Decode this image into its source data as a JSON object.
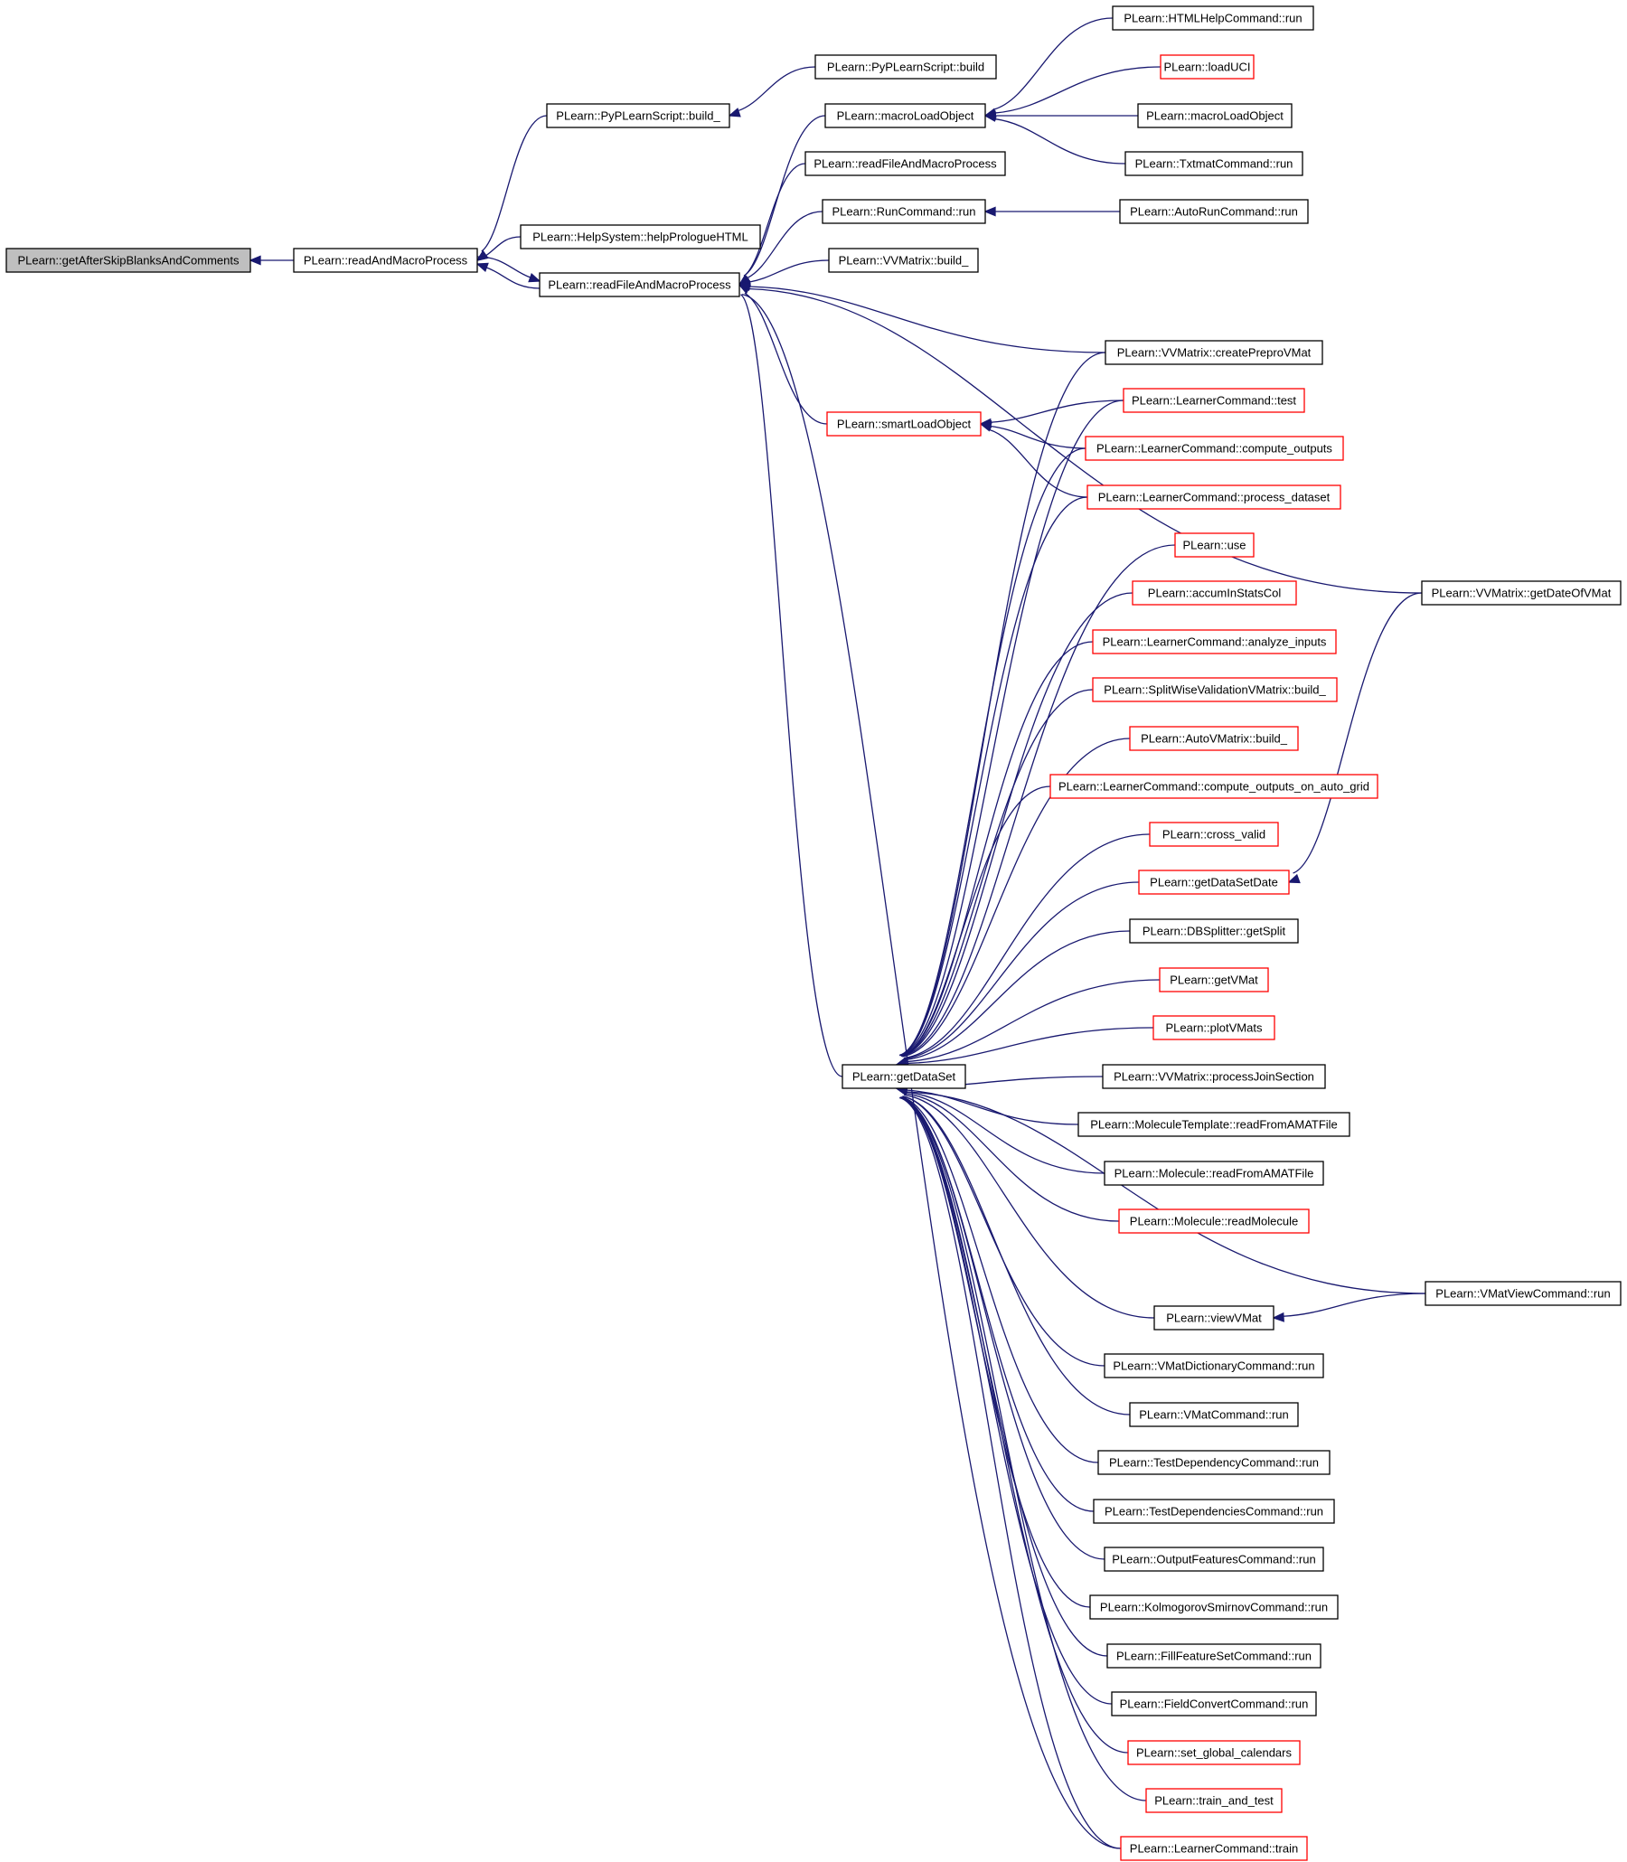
{
  "colors": {
    "edge": "#191970",
    "border_normal": "#000000",
    "border_truncated": "#ff0000",
    "focus_fill": "#bfbfbf",
    "node_fill": "#ffffff"
  },
  "nodes": [
    {
      "id": "root",
      "label": "PLearn::getAfterSkipBlanksAndComments",
      "style": "focus"
    },
    {
      "id": "readAndMacro",
      "label": "PLearn::readAndMacroProcess",
      "style": "normal"
    },
    {
      "id": "pyBuild_",
      "label": "PLearn::PyPLearnScript::build_",
      "style": "normal"
    },
    {
      "id": "pyBuild",
      "label": "PLearn::PyPLearnScript::build",
      "style": "normal"
    },
    {
      "id": "helpPrologue",
      "label": "PLearn::HelpSystem::helpPrologueHTML",
      "style": "normal"
    },
    {
      "id": "readFileMacro",
      "label": "PLearn::readFileAndMacroProcess",
      "style": "normal"
    },
    {
      "id": "macroLoad",
      "label": "PLearn::macroLoadObject",
      "style": "normal"
    },
    {
      "id": "readFileMacro2",
      "label": "PLearn::readFileAndMacroProcess",
      "style": "normal"
    },
    {
      "id": "runCmd",
      "label": "PLearn::RunCommand::run",
      "style": "normal"
    },
    {
      "id": "vvBuild_",
      "label": "PLearn::VVMatrix::build_",
      "style": "normal"
    },
    {
      "id": "smartLoad",
      "label": "PLearn::smartLoadObject",
      "style": "truncated"
    },
    {
      "id": "getDataSet",
      "label": "PLearn::getDataSet",
      "style": "normal"
    },
    {
      "id": "htmlHelp",
      "label": "PLearn::HTMLHelpCommand::run",
      "style": "normal"
    },
    {
      "id": "loadUCI",
      "label": "PLearn::loadUCI",
      "style": "truncated"
    },
    {
      "id": "macroLoad2",
      "label": "PLearn::macroLoadObject",
      "style": "normal"
    },
    {
      "id": "txtmat",
      "label": "PLearn::TxtmatCommand::run",
      "style": "normal"
    },
    {
      "id": "autoRun",
      "label": "PLearn::AutoRunCommand::run",
      "style": "normal"
    },
    {
      "id": "createPrepro",
      "label": "PLearn::VVMatrix::createPreproVMat",
      "style": "normal"
    },
    {
      "id": "lcTest",
      "label": "PLearn::LearnerCommand::test",
      "style": "truncated"
    },
    {
      "id": "lcCompute",
      "label": "PLearn::LearnerCommand::compute_outputs",
      "style": "truncated"
    },
    {
      "id": "lcProcess",
      "label": "PLearn::LearnerCommand::process_dataset",
      "style": "truncated"
    },
    {
      "id": "use",
      "label": "PLearn::use",
      "style": "truncated"
    },
    {
      "id": "accum",
      "label": "PLearn::accumInStatsCol",
      "style": "truncated"
    },
    {
      "id": "lcAnalyze",
      "label": "PLearn::LearnerCommand::analyze_inputs",
      "style": "truncated"
    },
    {
      "id": "splitWise",
      "label": "PLearn::SplitWiseValidationVMatrix::build_",
      "style": "truncated"
    },
    {
      "id": "autoVM",
      "label": "PLearn::AutoVMatrix::build_",
      "style": "truncated"
    },
    {
      "id": "lcAutoGrid",
      "label": "PLearn::LearnerCommand::compute_outputs_on_auto_grid",
      "style": "truncated"
    },
    {
      "id": "crossValid",
      "label": "PLearn::cross_valid",
      "style": "truncated"
    },
    {
      "id": "getDSDate",
      "label": "PLearn::getDataSetDate",
      "style": "truncated"
    },
    {
      "id": "dbSplit",
      "label": "PLearn::DBSplitter::getSplit",
      "style": "normal"
    },
    {
      "id": "getVMat",
      "label": "PLearn::getVMat",
      "style": "truncated"
    },
    {
      "id": "plotVMats",
      "label": "PLearn::plotVMats",
      "style": "truncated"
    },
    {
      "id": "procJoin",
      "label": "PLearn::VVMatrix::processJoinSection",
      "style": "normal"
    },
    {
      "id": "molTempl",
      "label": "PLearn::MoleculeTemplate::readFromAMATFile",
      "style": "normal"
    },
    {
      "id": "molRead",
      "label": "PLearn::Molecule::readFromAMATFile",
      "style": "normal"
    },
    {
      "id": "molReadMol",
      "label": "PLearn::Molecule::readMolecule",
      "style": "truncated"
    },
    {
      "id": "viewVMat",
      "label": "PLearn::viewVMat",
      "style": "normal"
    },
    {
      "id": "vmatDict",
      "label": "PLearn::VMatDictionaryCommand::run",
      "style": "normal"
    },
    {
      "id": "vmatCmd",
      "label": "PLearn::VMatCommand::run",
      "style": "normal"
    },
    {
      "id": "testDep",
      "label": "PLearn::TestDependencyCommand::run",
      "style": "normal"
    },
    {
      "id": "testDeps",
      "label": "PLearn::TestDependenciesCommand::run",
      "style": "normal"
    },
    {
      "id": "outFeat",
      "label": "PLearn::OutputFeaturesCommand::run",
      "style": "normal"
    },
    {
      "id": "kolmo",
      "label": "PLearn::KolmogorovSmirnovCommand::run",
      "style": "normal"
    },
    {
      "id": "fillFeat",
      "label": "PLearn::FillFeatureSetCommand::run",
      "style": "normal"
    },
    {
      "id": "fieldConv",
      "label": "PLearn::FieldConvertCommand::run",
      "style": "normal"
    },
    {
      "id": "setCal",
      "label": "PLearn::set_global_calendars",
      "style": "truncated"
    },
    {
      "id": "trainTest",
      "label": "PLearn::train_and_test",
      "style": "truncated"
    },
    {
      "id": "lcTrain",
      "label": "PLearn::LearnerCommand::train",
      "style": "truncated"
    },
    {
      "id": "getDateVM",
      "label": "PLearn::VVMatrix::getDateOfVMat",
      "style": "normal"
    },
    {
      "id": "vmatView",
      "label": "PLearn::VMatViewCommand::run",
      "style": "normal"
    }
  ],
  "edges": [
    {
      "from": "readAndMacro",
      "to": "root"
    },
    {
      "from": "pyBuild_",
      "to": "readAndMacro"
    },
    {
      "from": "helpPrologue",
      "to": "readAndMacro"
    },
    {
      "from": "readFileMacro",
      "to": "readAndMacro"
    },
    {
      "from": "pyBuild",
      "to": "pyBuild_"
    },
    {
      "from": "readAndMacro",
      "to": "readFileMacro"
    },
    {
      "from": "macroLoad",
      "to": "readFileMacro"
    },
    {
      "from": "readFileMacro2",
      "to": "readFileMacro"
    },
    {
      "from": "runCmd",
      "to": "readFileMacro"
    },
    {
      "from": "vvBuild_",
      "to": "readFileMacro"
    },
    {
      "from": "getDateVM",
      "to": "readFileMacro"
    },
    {
      "from": "createPrepro",
      "to": "readFileMacro"
    },
    {
      "from": "smartLoad",
      "to": "readFileMacro"
    },
    {
      "from": "getDataSet",
      "to": "readFileMacro"
    },
    {
      "from": "lcTrain",
      "to": "readFileMacro"
    },
    {
      "from": "htmlHelp",
      "to": "macroLoad"
    },
    {
      "from": "loadUCI",
      "to": "macroLoad"
    },
    {
      "from": "macroLoad2",
      "to": "macroLoad"
    },
    {
      "from": "txtmat",
      "to": "macroLoad"
    },
    {
      "from": "autoRun",
      "to": "runCmd"
    },
    {
      "from": "lcTest",
      "to": "smartLoad"
    },
    {
      "from": "lcCompute",
      "to": "smartLoad"
    },
    {
      "from": "lcProcess",
      "to": "smartLoad"
    },
    {
      "from": "getDateVM",
      "to": "getDSDate"
    },
    {
      "from": "vmatView",
      "to": "viewVMat"
    },
    {
      "from": "createPrepro",
      "to": "getDataSet"
    },
    {
      "from": "lcTest",
      "to": "getDataSet"
    },
    {
      "from": "lcCompute",
      "to": "getDataSet"
    },
    {
      "from": "lcProcess",
      "to": "getDataSet"
    },
    {
      "from": "use",
      "to": "getDataSet"
    },
    {
      "from": "accum",
      "to": "getDataSet"
    },
    {
      "from": "lcAnalyze",
      "to": "getDataSet"
    },
    {
      "from": "splitWise",
      "to": "getDataSet"
    },
    {
      "from": "autoVM",
      "to": "getDataSet"
    },
    {
      "from": "lcAutoGrid",
      "to": "getDataSet"
    },
    {
      "from": "crossValid",
      "to": "getDataSet"
    },
    {
      "from": "getDSDate",
      "to": "getDataSet"
    },
    {
      "from": "dbSplit",
      "to": "getDataSet"
    },
    {
      "from": "getVMat",
      "to": "getDataSet"
    },
    {
      "from": "plotVMats",
      "to": "getDataSet"
    },
    {
      "from": "procJoin",
      "to": "getDataSet"
    },
    {
      "from": "molTempl",
      "to": "getDataSet"
    },
    {
      "from": "molRead",
      "to": "getDataSet"
    },
    {
      "from": "molReadMol",
      "to": "getDataSet"
    },
    {
      "from": "vmatView",
      "to": "getDataSet"
    },
    {
      "from": "viewVMat",
      "to": "getDataSet"
    },
    {
      "from": "vmatDict",
      "to": "getDataSet"
    },
    {
      "from": "vmatCmd",
      "to": "getDataSet"
    },
    {
      "from": "testDep",
      "to": "getDataSet"
    },
    {
      "from": "testDeps",
      "to": "getDataSet"
    },
    {
      "from": "outFeat",
      "to": "getDataSet"
    },
    {
      "from": "kolmo",
      "to": "getDataSet"
    },
    {
      "from": "fillFeat",
      "to": "getDataSet"
    },
    {
      "from": "fieldConv",
      "to": "getDataSet"
    },
    {
      "from": "setCal",
      "to": "getDataSet"
    },
    {
      "from": "trainTest",
      "to": "getDataSet"
    },
    {
      "from": "lcTrain",
      "to": "getDataSet"
    }
  ]
}
